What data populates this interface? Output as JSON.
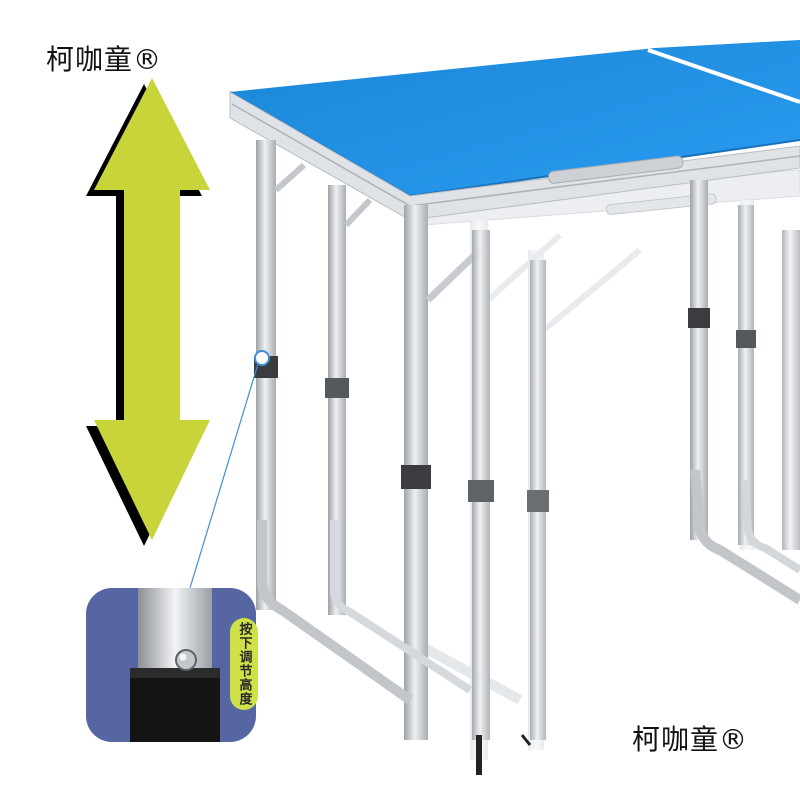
{
  "brand": {
    "watermark_top": "柯咖童®",
    "watermark_bottom": "柯咖童®"
  },
  "callout": {
    "label": "按下调节高度",
    "icon": "push-button-lock-icon"
  },
  "indicator": {
    "icon": "double-arrow-vertical-icon"
  },
  "colors": {
    "tabletop": "#1d8fe0",
    "arrow": "#c8d43a",
    "callout_bg": "#5a6aa6",
    "label_bg": "#cfe146",
    "leg": "#c9ccd0"
  }
}
